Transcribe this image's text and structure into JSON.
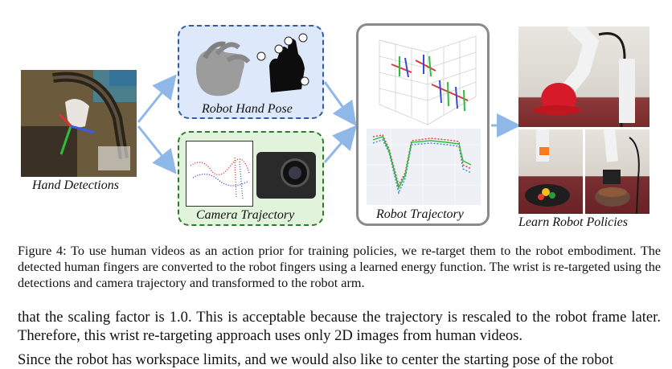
{
  "figure": {
    "labels": {
      "hand_detections": "Hand Detections",
      "robot_hand_pose": "Robot Hand Pose",
      "camera_trajectory": "Camera  Trajectory",
      "robot_trajectory": "Robot Trajectory",
      "learn_robot_policies": "Learn Robot Policies"
    },
    "colors": {
      "arrow": "#8fb8e8",
      "hand_pose_box_fill": "#dde9fb",
      "hand_pose_box_border": "#2f5da8",
      "camera_box_fill": "#e2f3dc",
      "camera_box_border": "#2e7a2e",
      "trajectory_box_border": "#8a8a8a"
    }
  },
  "caption": {
    "label": "Figure 4:",
    "text": "To use human videos as an action prior for training policies, we re-target them to the robot embodiment. The detected human fingers are converted to the robot fingers using a learned energy function. The wrist is re-targeted using the detections and camera trajectory and transformed to the robot arm."
  },
  "body": {
    "paragraph1": "that the scaling factor is 1.0. This is acceptable because the trajectory is rescaled to the robot frame later. Therefore, this wrist re-targeting approach uses only 2D images from human videos.",
    "paragraph2_partial": "Since the robot has workspace limits, and we would also like to center the starting pose of the robot"
  }
}
